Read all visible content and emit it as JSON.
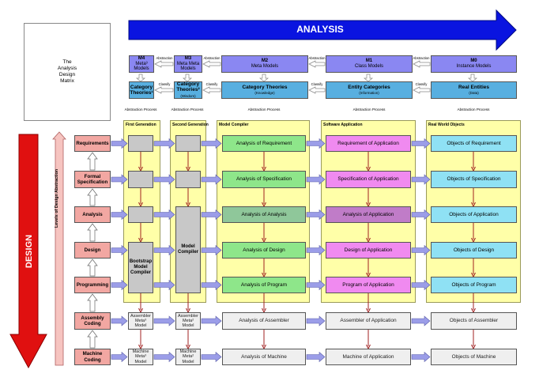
{
  "matrix_title": "The Analysis Design Matrix",
  "analysis_label": "ANALYSIS",
  "design_label": "DESIGN",
  "levels_label": "Levels of Design Abstraction",
  "meta": {
    "m4": {
      "code": "M4",
      "name": "Meta³ Models"
    },
    "m3": {
      "code": "M3",
      "name": "Meta Meta Models"
    },
    "m2": {
      "code": "M2",
      "name": "Meta Models"
    },
    "m1": {
      "code": "M1",
      "name": "Class Models"
    },
    "m0": {
      "code": "M0",
      "name": "Instance Models"
    }
  },
  "abstraction": "Abstraction",
  "classify": "Classify",
  "categories": {
    "c1": "Category Theories¹",
    "c2": "Category Theories²",
    "c2_sub": "(Wisdom)",
    "c3": "Category Theories",
    "c3_sub": "(Knowledge)",
    "c4": "Entity Categories",
    "c4_sub": "(Information)",
    "c5": "Real Entities",
    "c5_sub": "(Data)"
  },
  "abstraction_process": "Abstraction Process",
  "columns": [
    "First Generation",
    "Second Generation",
    "Model Compiler",
    "Software Application",
    "Real World Objects"
  ],
  "levels": [
    "Requirements",
    "Formal Specification",
    "Analysis",
    "Design",
    "Programming",
    "Assembly Coding",
    "Machine Coding"
  ],
  "gen": {
    "bootstrap": "Bootstrap Model Compiler",
    "model_compiler": "Model Compiler",
    "assembler_meta3": "Assembler Meta³ Model",
    "assembler_meta2": "Assembler Meta² Model",
    "machine_meta3": "Machine Meta³ Model",
    "machine_meta2": "Machine Meta² Model"
  },
  "compiler": [
    "Analysis of Requirement",
    "Analysis of Specification",
    "Analysis of Analysis",
    "Analysis of Design",
    "Analysis of Program",
    "Analysis of Assembler",
    "Analysis of Machine"
  ],
  "application": [
    "Requirement of Application",
    "Specification of Application",
    "Analysis of Application",
    "Design of Application",
    "Program of Application",
    "Assembler of Application",
    "Machine of Application"
  ],
  "objects": [
    "Objects of Requirement",
    "Objects of Specification",
    "Objects of Application",
    "Objects of Design",
    "Objects of Program",
    "Objects of Assembler",
    "Objects of Machine"
  ]
}
